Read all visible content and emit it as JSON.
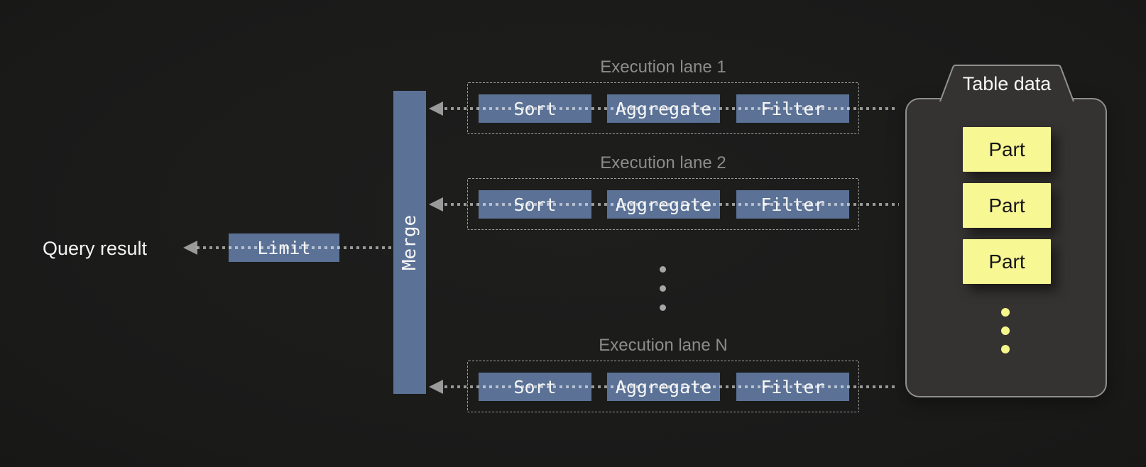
{
  "title": "Query execution pipeline diagram",
  "query_result_label": "Query result",
  "limit": {
    "label": "Limit"
  },
  "merge": {
    "label": "Merge"
  },
  "lanes": [
    {
      "label": "Execution lane 1",
      "steps": [
        "Sort",
        "Aggregate",
        "Filter"
      ]
    },
    {
      "label": "Execution lane 2",
      "steps": [
        "Sort",
        "Aggregate",
        "Filter"
      ]
    },
    {
      "label": "Execution lane N",
      "steps": [
        "Sort",
        "Aggregate",
        "Filter"
      ]
    }
  ],
  "lanes_ellipsis": "vertical three dots between lane 2 and lane N",
  "table_data": {
    "title": "Table data",
    "parts": [
      "Part",
      "Part",
      "Part"
    ],
    "parts_ellipsis": "vertical three yellow dots after last part"
  },
  "colors": {
    "background": "#1c1c1b",
    "op_box_blue": "#5b7296",
    "box_text": "#f6f6f6",
    "lane_label_gray": "#8c8c8c",
    "flow_line_gray": "#9a9a9a",
    "table_container_bg": "#353331",
    "table_container_border": "#8f8f8f",
    "part_yellow": "#f7f794",
    "part_text": "#161616",
    "yellow_dot": "#f5f68b"
  }
}
